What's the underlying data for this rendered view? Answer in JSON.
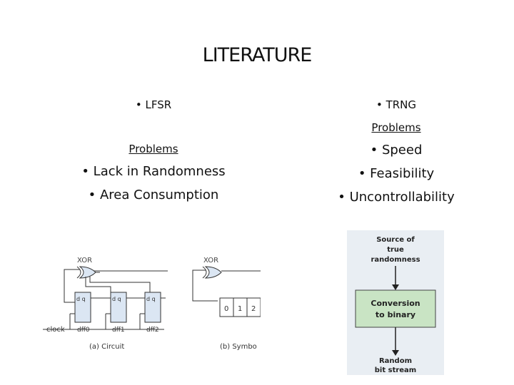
{
  "title": "LITERATURE",
  "left": {
    "heading": "• LFSR",
    "problems_label": "Problems",
    "items": [
      "• Lack in Randomness",
      "• Area Consumption"
    ]
  },
  "right": {
    "heading": "• TRNG",
    "problems_label": "Problems",
    "items": [
      "• Speed",
      "• Feasibility",
      "• Uncontrollability"
    ]
  },
  "circuit_figure": {
    "xor_label_a": "XOR",
    "xor_label_b": "XOR",
    "clock_label": "clock",
    "ff_labels": [
      "dff0",
      "dff1",
      "dff2"
    ],
    "dq": "d  q",
    "caption_a": "(a) Circuit",
    "caption_b": "(b) Symbo",
    "symbol_cells": [
      "0",
      "1",
      "2"
    ]
  },
  "trng_figure": {
    "source": "Source of true randomness",
    "source_lines": [
      "Source of",
      "true",
      "randomness"
    ],
    "process_lines": [
      "Conversion",
      "to binary"
    ],
    "output_lines": [
      "Random",
      "bit stream"
    ],
    "colors": {
      "panel": "#e9eef3",
      "process_fill": "#c9e4c4",
      "process_border": "#444444"
    }
  }
}
